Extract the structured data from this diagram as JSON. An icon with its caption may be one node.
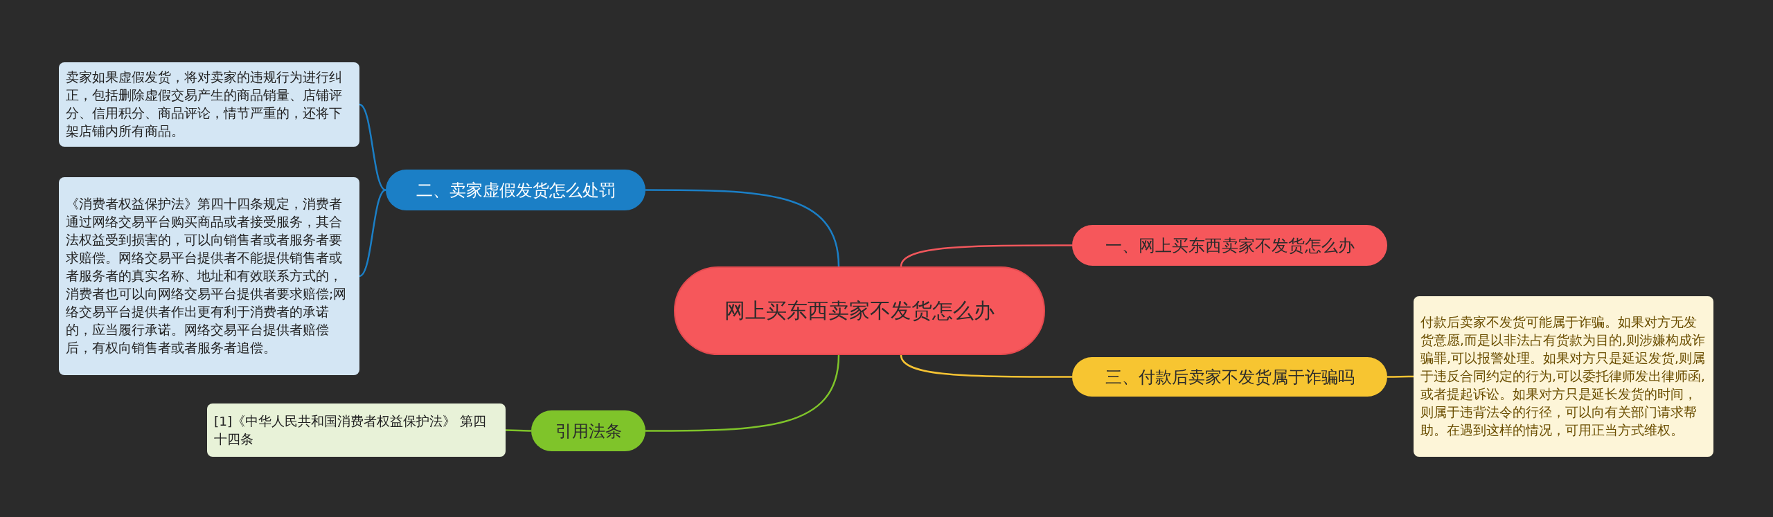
{
  "diagram": {
    "nodes": [
      {
        "text": [
          "网上买东西卖家不发货怎么办"
        ]
      },
      {
        "text": [
          "二、卖家虚假发货怎么处罚"
        ]
      },
      {
        "text": [
          "卖家如果虚假发货，将对卖家的违规行为进行纠正，包括删除虚假交易产生的商品销量、店铺评分、信用积分、商品评论，情节严重的，还将下架店铺内所有商品。"
        ]
      },
      {
        "text": [
          "《消费者权益保护法》第四十四条规定，消费者通过网络交易平台购买商品或者接受服务，其合法权益受到损害的，可以向销售者或者服务者要求赔偿。网络交易平台提供者不能提供销售者或者服务者的真实名称、地址和有效联系方式的，消费者也可以向网络交易平台提供者要求赔偿;网络交易平台提供者作出更有利于消费者的承诺的，应当履行承诺。网络交易平台提供者赔偿后，有权向销售者或者服务者追偿。"
        ]
      },
      {
        "text": [
          "一、网上买东西卖家不发货怎么办"
        ]
      },
      {
        "text": [
          "三、付款后卖家不发货属于诈骗吗"
        ]
      },
      {
        "text": [
          "付款后卖家不发货可能属于诈骗。如果对方无发货意愿,而是以非法占有货款为目的,则涉嫌构成诈骗罪,可以报警处理。如果对方只是延迟发货,则属于违反合同约定的行为,可以委托律师发出律师函,或者提起诉讼。如果对方只是延长发货的时间，则属于违背法令的行径，可以向有关部门请求帮助。在遇到这样的情况，可用正当方式维权。"
        ]
      },
      {
        "text": [
          "引用法条"
        ]
      },
      {
        "text": [
          "[1]《中华人民共和国消费者权益保护法》 第四十四条"
        ]
      }
    ],
    "edges": [
      {
        "from": 0,
        "to": 1,
        "arrow": "none",
        "color": "#1b7fc6"
      },
      {
        "from": 1,
        "to": 2,
        "arrow": "none",
        "color": "#1b7fc6"
      },
      {
        "from": 1,
        "to": 3,
        "arrow": "none",
        "color": "#1b7fc6"
      },
      {
        "from": 0,
        "to": 4,
        "arrow": "none",
        "color": "#f2575c"
      },
      {
        "from": 0,
        "to": 5,
        "arrow": "none",
        "color": "#f6c333"
      },
      {
        "from": 5,
        "to": 6,
        "arrow": "none",
        "color": "#f6c333"
      },
      {
        "from": 0,
        "to": 7,
        "arrow": "none",
        "color": "#7fc42a"
      },
      {
        "from": 7,
        "to": 8,
        "arrow": "none",
        "color": "#7fc42a"
      }
    ]
  }
}
